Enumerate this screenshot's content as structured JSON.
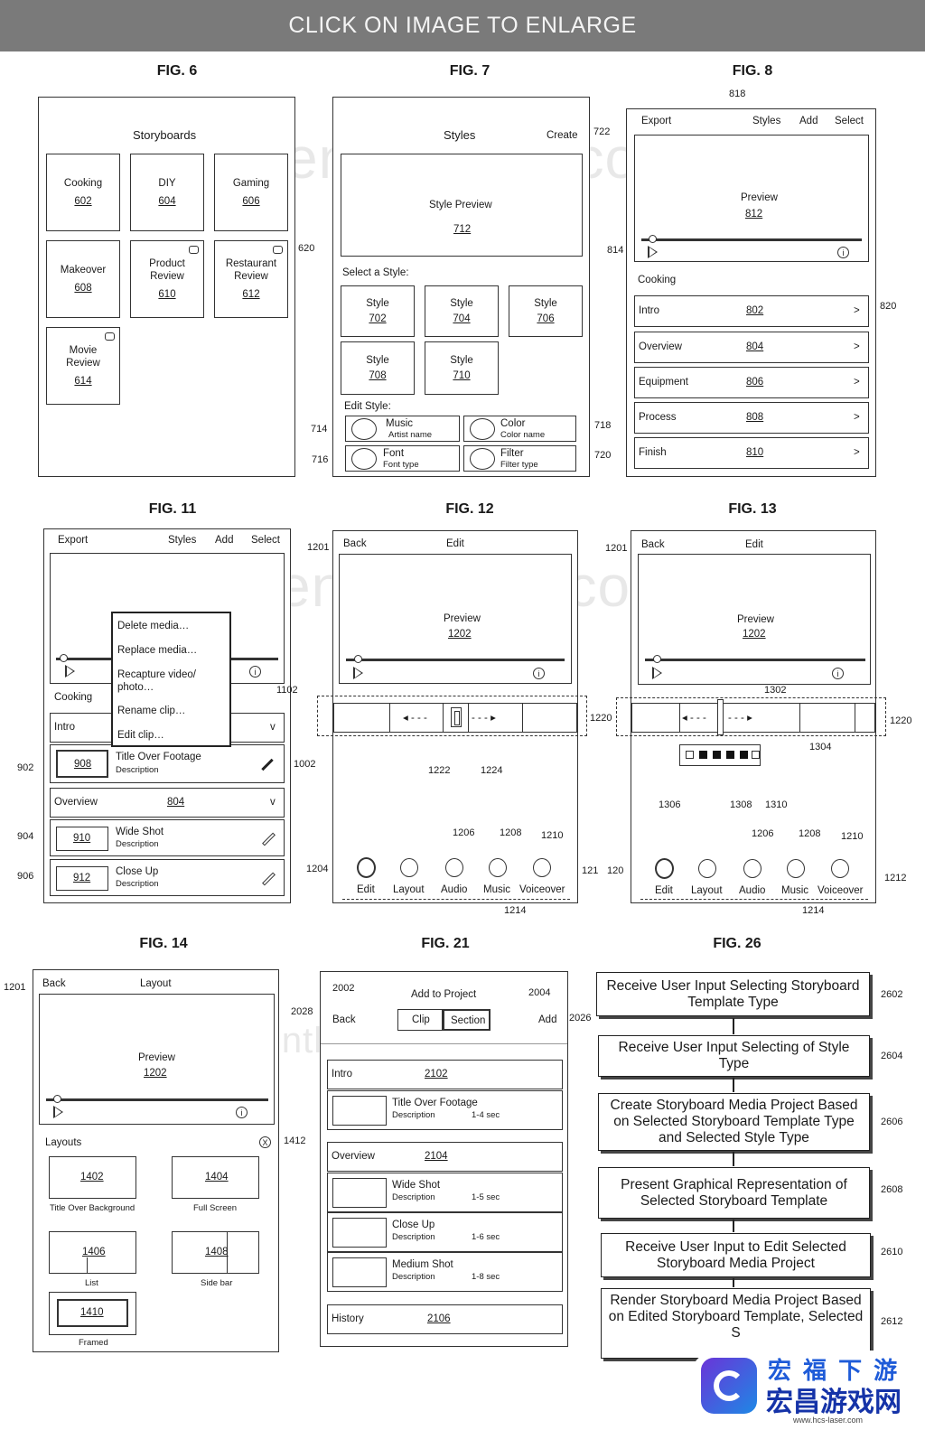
{
  "banner": "CLICK ON IMAGE TO ENLARGE",
  "watermark": "patentlyapple.com",
  "figures": {
    "fig6": {
      "title": "FIG. 6",
      "heading": "Storyboards",
      "ref_620": "620",
      "tiles": [
        {
          "label": "Cooking",
          "num": "602"
        },
        {
          "label": "DIY",
          "num": "604"
        },
        {
          "label": "Gaming",
          "num": "606"
        },
        {
          "label": "Makeover",
          "num": "608"
        },
        {
          "label": "Product\nReview",
          "num": "610"
        },
        {
          "label": "Restaurant\nReview",
          "num": "612"
        },
        {
          "label": "Movie\nReview",
          "num": "614"
        }
      ]
    },
    "fig7": {
      "title": "FIG. 7",
      "heading": "Styles",
      "create": "Create",
      "ref_722": "722",
      "preview": "Style Preview",
      "preview_num": "712",
      "select_label": "Select a Style:",
      "styles": [
        {
          "label": "Style",
          "num": "702"
        },
        {
          "label": "Style",
          "num": "704"
        },
        {
          "label": "Style",
          "num": "706"
        },
        {
          "label": "Style",
          "num": "708"
        },
        {
          "label": "Style",
          "num": "710"
        }
      ],
      "edit_label": "Edit Style:",
      "edits": [
        {
          "title": "Music",
          "sub": "Artist name",
          "ref": "714"
        },
        {
          "title": "Color",
          "sub": "Color name",
          "ref": "718"
        },
        {
          "title": "Font",
          "sub": "Font type",
          "ref": "716"
        },
        {
          "title": "Filter",
          "sub": "Filter type",
          "ref": "720"
        }
      ]
    },
    "fig8": {
      "title": "FIG. 8",
      "ref_818": "818",
      "toolbar": [
        "Export",
        "Styles",
        "Add",
        "Select"
      ],
      "preview": "Preview",
      "preview_num": "812",
      "ref_814": "814",
      "section": "Cooking",
      "ref_820": "820",
      "rows": [
        {
          "label": "Intro",
          "num": "802"
        },
        {
          "label": "Overview",
          "num": "804"
        },
        {
          "label": "Equipment",
          "num": "806"
        },
        {
          "label": "Process",
          "num": "808"
        },
        {
          "label": "Finish",
          "num": "810"
        }
      ],
      "chevron": ">"
    },
    "fig11": {
      "title": "FIG. 11",
      "toolbar": [
        "Export",
        "Styles",
        "Add",
        "Select"
      ],
      "menu": [
        "Delete media…",
        "Replace media…",
        "Recapture video/\nphoto…",
        "Rename clip…",
        "Edit clip…"
      ],
      "ref_1102": "1102",
      "section": "Cooking",
      "intro": "Intro",
      "ref_902": "902",
      "ref_1002": "1002",
      "ref_904": "904",
      "ref_906": "906",
      "overview": "Overview",
      "overview_num": "804",
      "clips": [
        {
          "num": "908",
          "title": "Title Over Footage",
          "desc": "Description"
        },
        {
          "num": "910",
          "title": "Wide Shot",
          "desc": "Description"
        },
        {
          "num": "912",
          "title": "Close Up",
          "desc": "Description"
        }
      ],
      "caret": "v"
    },
    "fig12": {
      "title": "FIG. 12",
      "back": "Back",
      "edit": "Edit",
      "ref_1201": "1201",
      "preview": "Preview",
      "preview_num": "1202",
      "ref_1220": "1220",
      "ref_1222": "1222",
      "ref_1224": "1224",
      "tools": [
        "Edit",
        "Layout",
        "Audio",
        "Music",
        "Voiceover"
      ],
      "ref_1204": "1204",
      "ref_1206": "1206",
      "ref_1208": "1208",
      "ref_1210": "1210",
      "ref_1212": "121",
      "ref_1214": "1214"
    },
    "fig13": {
      "title": "FIG. 13",
      "back": "Back",
      "edit": "Edit",
      "ref_1201": "1201",
      "preview": "Preview",
      "preview_num": "1202",
      "ref_1220": "1220",
      "ref_1302": "1302",
      "ref_1304": "1304",
      "ref_1306": "1306",
      "ref_1308": "1308",
      "ref_1310": "1310",
      "tools": [
        "Edit",
        "Layout",
        "Audio",
        "Music",
        "Voiceover"
      ],
      "ref_1204": "120",
      "ref_1206": "1206",
      "ref_1208": "1208",
      "ref_1210": "1210",
      "ref_1212": "1212",
      "ref_1214": "1214"
    },
    "fig14": {
      "title": "FIG. 14",
      "back": "Back",
      "layout": "Layout",
      "ref_1201": "1201",
      "preview": "Preview",
      "preview_num": "1202",
      "layouts_label": "Layouts",
      "close": "X",
      "ref_1412": "1412",
      "layouts": [
        {
          "num": "1402",
          "caption": "Title Over Background"
        },
        {
          "num": "1404",
          "caption": "Full Screen"
        },
        {
          "num": "1406",
          "caption": "List"
        },
        {
          "num": "1408",
          "caption": "Side bar"
        },
        {
          "num": "1410",
          "caption": "Framed"
        }
      ]
    },
    "fig21": {
      "title": "FIG. 21",
      "ref_2002": "2002",
      "ref_2004": "2004",
      "ref_2028": "2028",
      "ref_2026": "2026",
      "add_to_project": "Add to Project",
      "back": "Back",
      "clip": "Clip",
      "section": "Section",
      "add": "Add",
      "intro": "Intro",
      "intro_num": "2102",
      "overview": "Overview",
      "overview_num": "2104",
      "history": "History",
      "history_num": "2106",
      "clips": [
        {
          "title": "Title Over Footage",
          "desc": "Description",
          "dur": "1-4 sec"
        },
        {
          "title": "Wide Shot",
          "desc": "Description",
          "dur": "1-5 sec"
        },
        {
          "title": "Close Up",
          "desc": "Description",
          "dur": "1-6 sec"
        },
        {
          "title": "Medium Shot",
          "desc": "Description",
          "dur": "1-8 sec"
        }
      ]
    },
    "fig26": {
      "title": "FIG. 26",
      "steps": [
        {
          "text": "Receive User Input Selecting Storyboard Template Type",
          "ref": "2602"
        },
        {
          "text": "Receive User Input Selecting of Style Type",
          "ref": "2604"
        },
        {
          "text": "Create Storyboard Media Project Based on Selected Storyboard Template Type and Selected Style Type",
          "ref": "2606"
        },
        {
          "text": "Present Graphical Representation of Selected Storyboard Template",
          "ref": "2608"
        },
        {
          "text": "Receive User Input to Edit Selected Storyboard Media Project",
          "ref": "2610"
        },
        {
          "text": "Render Storyboard Media Project Based on Edited Storyboard Template, Selected S",
          "ref": "2612"
        }
      ]
    }
  },
  "logo": {
    "text": "宏昌游戏网",
    "url": "www.hcs-laser.com",
    "partial": "宏 福 下 游"
  }
}
